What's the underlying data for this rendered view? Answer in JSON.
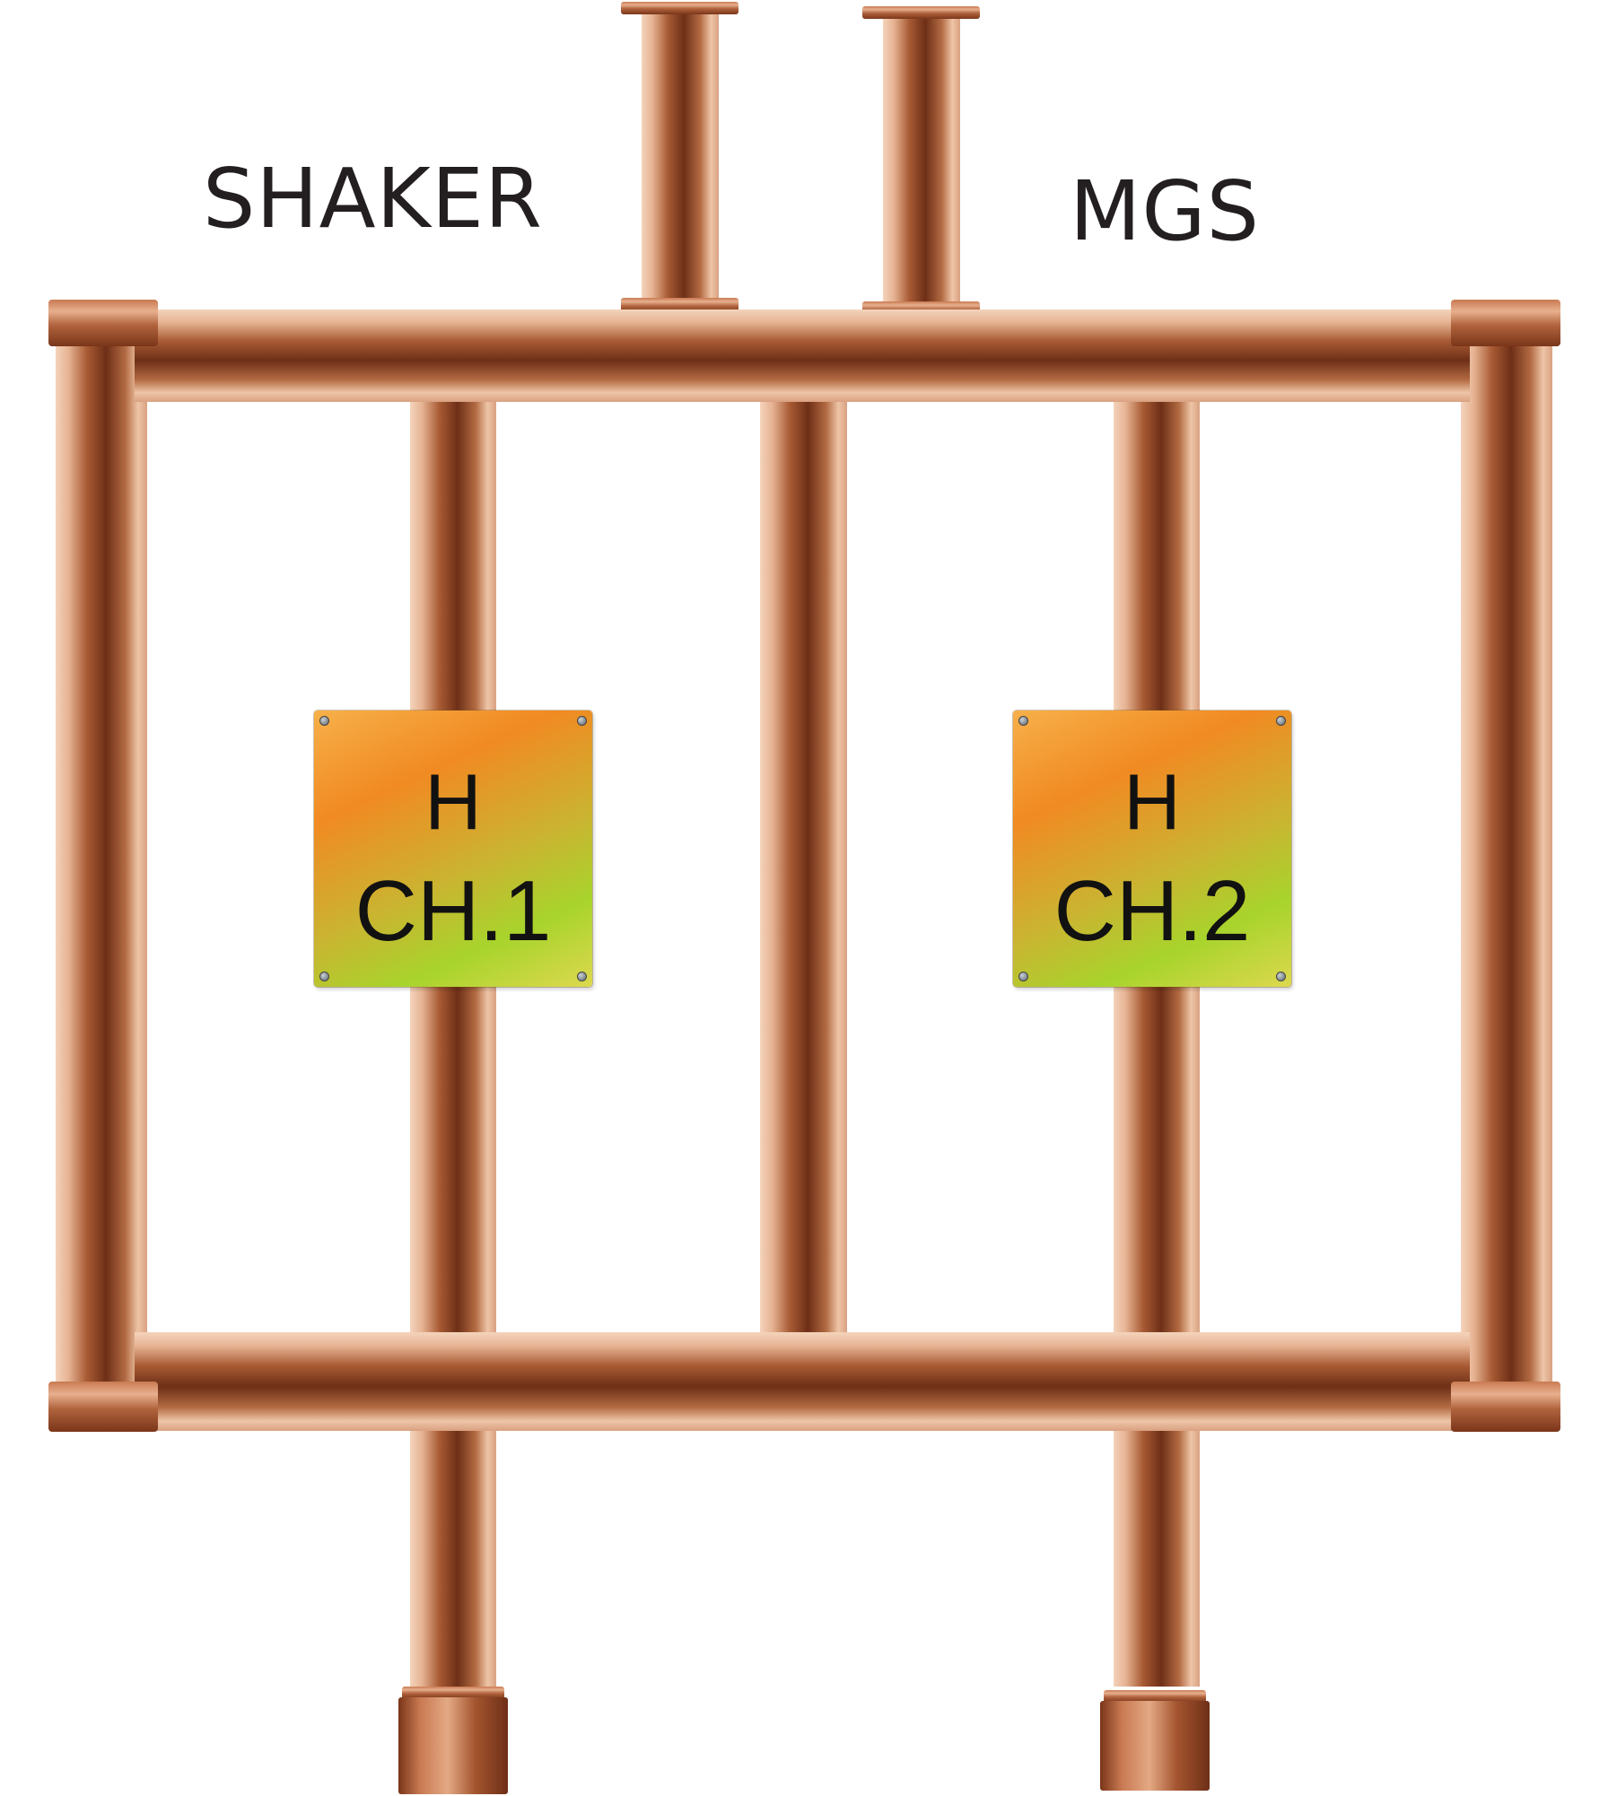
{
  "labels": {
    "left": "SHAKER",
    "right": "MGS"
  },
  "plates": [
    {
      "line1": "H",
      "line2": "CH.1"
    },
    {
      "line1": "H",
      "line2": "CH.2"
    }
  ],
  "colors": {
    "pipe_dark": "#6e2f17",
    "pipe_mid": "#b5673f",
    "pipe_light": "#f2cdb3",
    "plate_orange": "#f18a22",
    "plate_green": "#a8d42c",
    "label_text": "#231f20"
  }
}
